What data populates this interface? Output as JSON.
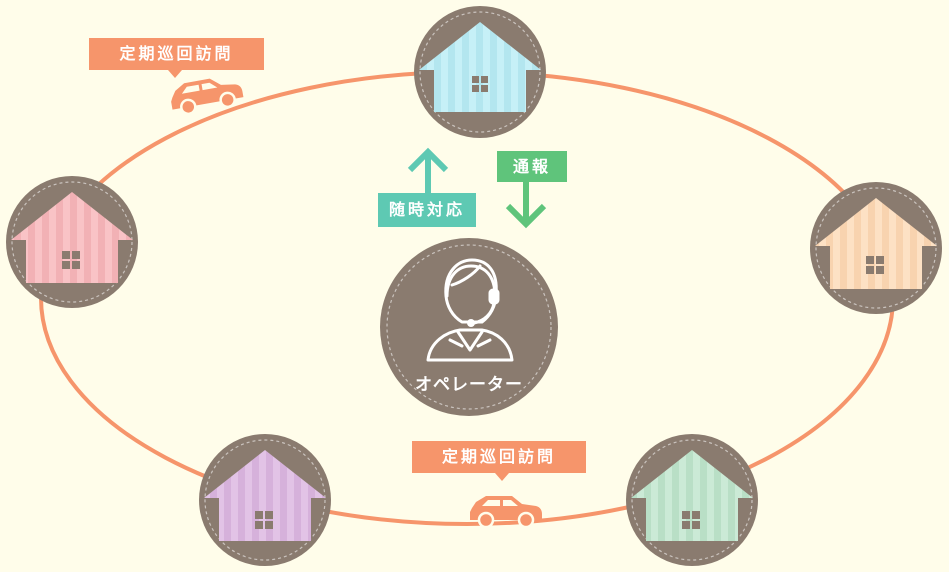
{
  "diagram": {
    "labels": {
      "patrol_top": "定期巡回訪問",
      "patrol_bottom": "定期巡回訪問",
      "on_demand": "随時対応",
      "report": "通報",
      "operator": "オペレーター"
    },
    "colors": {
      "background": "#fffdea",
      "ring": "#f6956b",
      "circle": "#8a7b6f",
      "patrol_tag": "#f6956b",
      "on_demand_arrow": "#5ec9b3",
      "report_arrow": "#5fc47b",
      "car": "#f6956b"
    },
    "houses": [
      {
        "name": "house-top",
        "color": "#c6f0f7",
        "stripe": "#b3e6ef"
      },
      {
        "name": "house-left",
        "color": "#f9c3c6",
        "stripe": "#f2b1b5"
      },
      {
        "name": "house-right",
        "color": "#fde1c4",
        "stripe": "#f8d3af"
      },
      {
        "name": "house-bottom-left",
        "color": "#e2c3e6",
        "stripe": "#d6b1db"
      },
      {
        "name": "house-bottom-right",
        "color": "#cbead6",
        "stripe": "#b9dfc6"
      }
    ]
  }
}
